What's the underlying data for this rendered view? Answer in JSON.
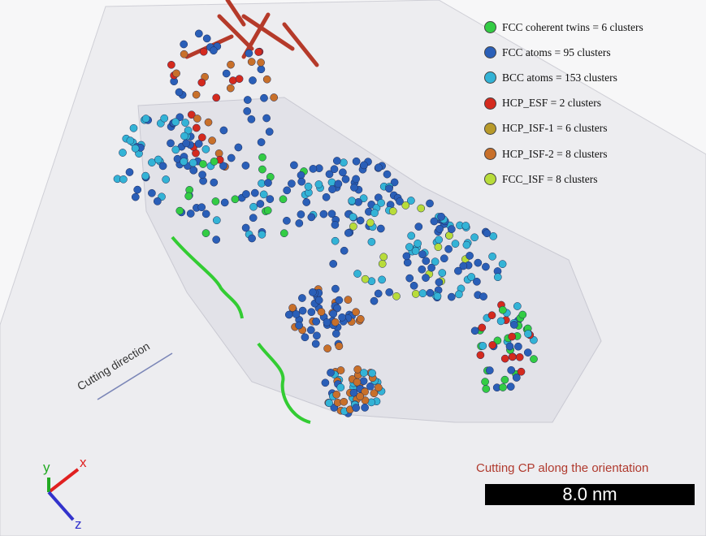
{
  "legend": [
    {
      "label": "FCC coherent twins = 6 clusters",
      "color": "#33cc44"
    },
    {
      "label": "FCC atoms = 95 clusters",
      "color": "#2a5fb8"
    },
    {
      "label": "BCC atoms = 153 clusters",
      "color": "#33b3d6"
    },
    {
      "label": "HCP_ESF = 2 clusters",
      "color": "#d42a1e"
    },
    {
      "label": "HCP_ISF-1 = 6 clusters",
      "color": "#b89a2a"
    },
    {
      "label": "HCP_ISF-2 = 8 clusters",
      "color": "#c8702a"
    },
    {
      "label": "FCC_ISF = 8 clusters",
      "color": "#b8dc3a"
    }
  ],
  "annotations": {
    "cutting_direction": "Cutting direction",
    "caption": "Cutting CP along the orientation",
    "scale_bar": "8.0 nm"
  },
  "axes": {
    "x": "x",
    "y": "y",
    "z": "z"
  },
  "colors": {
    "x_axis": "#e02020",
    "y_axis": "#22aa22",
    "z_axis": "#3333cc",
    "dislocation": "#33cc33",
    "caption": "#b03a2e"
  }
}
